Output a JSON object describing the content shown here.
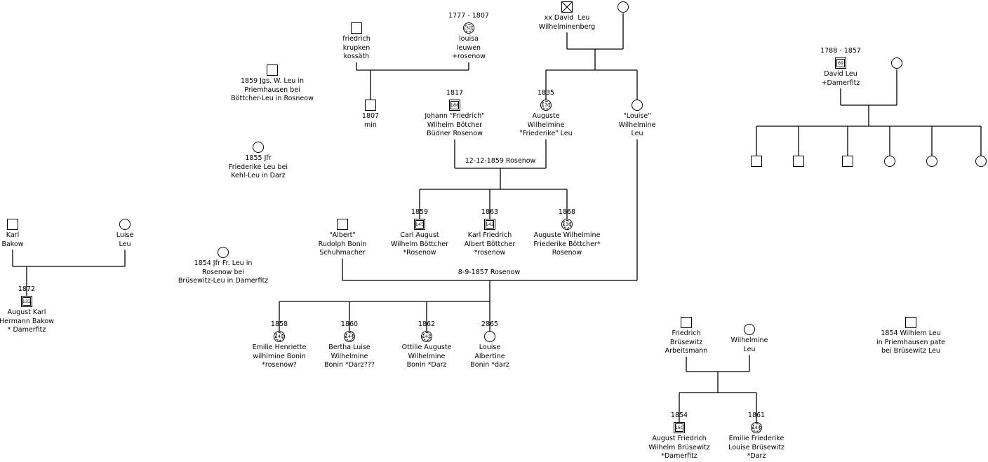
{
  "persons": {
    "friedrich_krupken": {
      "shape": "square",
      "label": "friedrich\nkrupken\nkossäth"
    },
    "louisa_leuwen": {
      "shape": "circle",
      "year": "1777 - 1807",
      "number": "30",
      "label": "louisa\nleuwen\n+rosenow"
    },
    "david_leu_w": {
      "shape": "square-crossed",
      "label": "xx David  Leu\nWilhelminenberg"
    },
    "david_leu_w_wife": {
      "shape": "circle"
    },
    "child_1807": {
      "shape": "square",
      "label": "1807\nmin"
    },
    "johann_boetcher": {
      "shape": "square",
      "year": "1817",
      "number": "188",
      "label": "Johann \"Friedrich\"\nWilhelm Bötcher\nBüdner Rosenow"
    },
    "auguste_leu": {
      "shape": "circle",
      "year": "1835",
      "number": "170",
      "label": "Auguste\nWilhelmine\n\"Friederike\" Leu"
    },
    "louise_leu": {
      "shape": "circle",
      "label": "\"Louise\"\nWilhelmine\nLeu"
    },
    "note_1859": {
      "shape": "square",
      "label": "1859 Jgs. W. Leu in\nPriemhausen bei\nBöttcher-Leu in Rosneow"
    },
    "note_1855": {
      "shape": "circle",
      "label": "1855 Jfr\nFriederike Leu bei\nKehl-Leu in Darz"
    },
    "note_1854_fr": {
      "shape": "circle",
      "label": "1854 Jfr Fr. Leu in\nRosenow bei\nBrüsewitz-Leu in Damerfitz"
    },
    "carl_august": {
      "shape": "square",
      "year": "1859",
      "number": "145",
      "label": "Carl August\nWilhelm Böttcher\n*Rosenow"
    },
    "karl_friedrich": {
      "shape": "square",
      "year": "1863",
      "number": "142",
      "label": "Karl Friedrich\nAlbert Böttcher\n*rosenow"
    },
    "auguste_wilhelmine": {
      "shape": "circle",
      "year": "1868",
      "number": "136",
      "label": "Auguste Wilhelmine\nFriederike Böttcher*\nRosenow"
    },
    "albert_bonin": {
      "shape": "square",
      "label": "\"Albert\"\nRudolph Bonin\nSchuhmacher"
    },
    "emilie_henriette": {
      "shape": "circle",
      "year": "1858",
      "number": "145",
      "label": "Emilie Henriette\nwilhlmine Bonin\n*rosenow?"
    },
    "bertha_luise": {
      "shape": "circle",
      "year": "1860",
      "number": "144",
      "label": "Bertha Luise\nWilhelmine\nBonin *Darz???"
    },
    "ottilie_auguste": {
      "shape": "circle",
      "year": "1862",
      "number": "142",
      "label": "Ottilie Auguste\nWilhelmine\nBonin *Darz"
    },
    "louise_albertine": {
      "shape": "circle",
      "year": "2865",
      "label": "Louise\nAlbertine\nBonin *darz"
    },
    "karl_bakow": {
      "shape": "square",
      "label": "Karl\nBakow"
    },
    "luise_leu": {
      "shape": "circle",
      "label": "Luise\nLeu"
    },
    "august_karl": {
      "shape": "square",
      "year": "1872",
      "number": "132",
      "label": "August Karl\nHermann Bakow\n* Damerfitz"
    },
    "david_leu_d": {
      "shape": "square",
      "year": "1788 - 1857",
      "number": "69",
      "label": "David Leu\n+Damerfitz"
    },
    "david_leu_d_wife": {
      "shape": "circle"
    },
    "dl_child_1": {
      "shape": "square"
    },
    "dl_child_2": {
      "shape": "square"
    },
    "dl_child_3": {
      "shape": "square"
    },
    "dl_child_4": {
      "shape": "circle"
    },
    "dl_child_5": {
      "shape": "circle"
    },
    "dl_child_6": {
      "shape": "circle"
    },
    "friedrich_bruesewitz": {
      "shape": "square",
      "label": "Friedrich\nBrüsewitz\nArbeitsmann"
    },
    "wilhelmine_leu": {
      "shape": "circle",
      "label": "Wilhelmine\nLeu"
    },
    "note_1854_wl": {
      "shape": "square",
      "label": "1854 Wilhlem Leu\nin Priemhausen pate\nbei Brüsewitz Leu"
    },
    "august_friedrich": {
      "shape": "square",
      "year": "1854",
      "number": "150",
      "label": "August Friedrich\nWilhelm Brüsewitz\n*Damerfitz"
    },
    "emilie_friederike": {
      "shape": "circle",
      "year": "1861",
      "number": "144",
      "label": "Emilie Friederike\nLouise Brüsewitz\n*Darz"
    }
  },
  "marriages": {
    "boetcher_leu": "12-12-1859 Rosenow",
    "bonin_leu": "8-9-1857 Rosenow"
  },
  "unions": [
    {
      "parents": [
        "friedrich_krupken",
        "louisa_leuwen"
      ],
      "children": [
        "child_1807"
      ]
    },
    {
      "parents": [
        "david_leu_w",
        "david_leu_w_wife"
      ],
      "children": [
        "auguste_leu",
        "louise_leu"
      ]
    },
    {
      "parents": [
        "johann_boetcher",
        "auguste_leu"
      ],
      "marriage": "boetcher_leu",
      "children": [
        "carl_august",
        "karl_friedrich",
        "auguste_wilhelmine"
      ]
    },
    {
      "parents": [
        "albert_bonin",
        "louise_leu"
      ],
      "marriage": "bonin_leu",
      "children": [
        "emilie_henriette",
        "bertha_luise",
        "ottilie_auguste",
        "louise_albertine"
      ]
    },
    {
      "parents": [
        "karl_bakow",
        "luise_leu"
      ],
      "children": [
        "august_karl"
      ]
    },
    {
      "parents": [
        "david_leu_d",
        "david_leu_d_wife"
      ],
      "children": [
        "dl_child_1",
        "dl_child_2",
        "dl_child_3",
        "dl_child_4",
        "dl_child_5",
        "dl_child_6"
      ]
    },
    {
      "parents": [
        "friedrich_bruesewitz",
        "wilhelmine_leu"
      ],
      "children": [
        "august_friedrich",
        "emilie_friederike"
      ]
    }
  ]
}
